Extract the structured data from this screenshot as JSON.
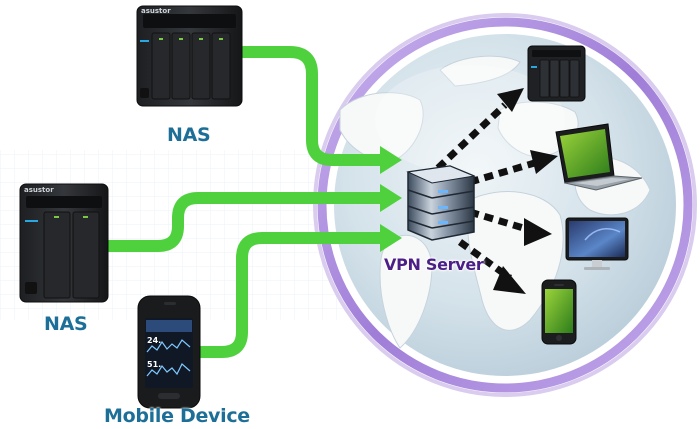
{
  "nodes": {
    "nas_top": {
      "label": "NAS",
      "logo": "asustor"
    },
    "nas_left": {
      "label": "NAS",
      "logo": "asustor"
    },
    "mobile": {
      "label": "Mobile Device",
      "screen_values": [
        "24.",
        "51."
      ]
    },
    "vpn": {
      "label": "VPN Server"
    }
  },
  "colors": {
    "green_arrow": "#4fd13d",
    "label_blue": "#1d6f98",
    "label_purple": "#4b1f86",
    "globe_ring": "#b08fe0",
    "ocean": "#cfe0ea",
    "land": "#f4f6f6"
  },
  "icons": [
    "nas-device",
    "vpn-server-icon",
    "laptop-icon",
    "desktop-monitor-icon",
    "smartphone-icon",
    "globe-icon"
  ]
}
